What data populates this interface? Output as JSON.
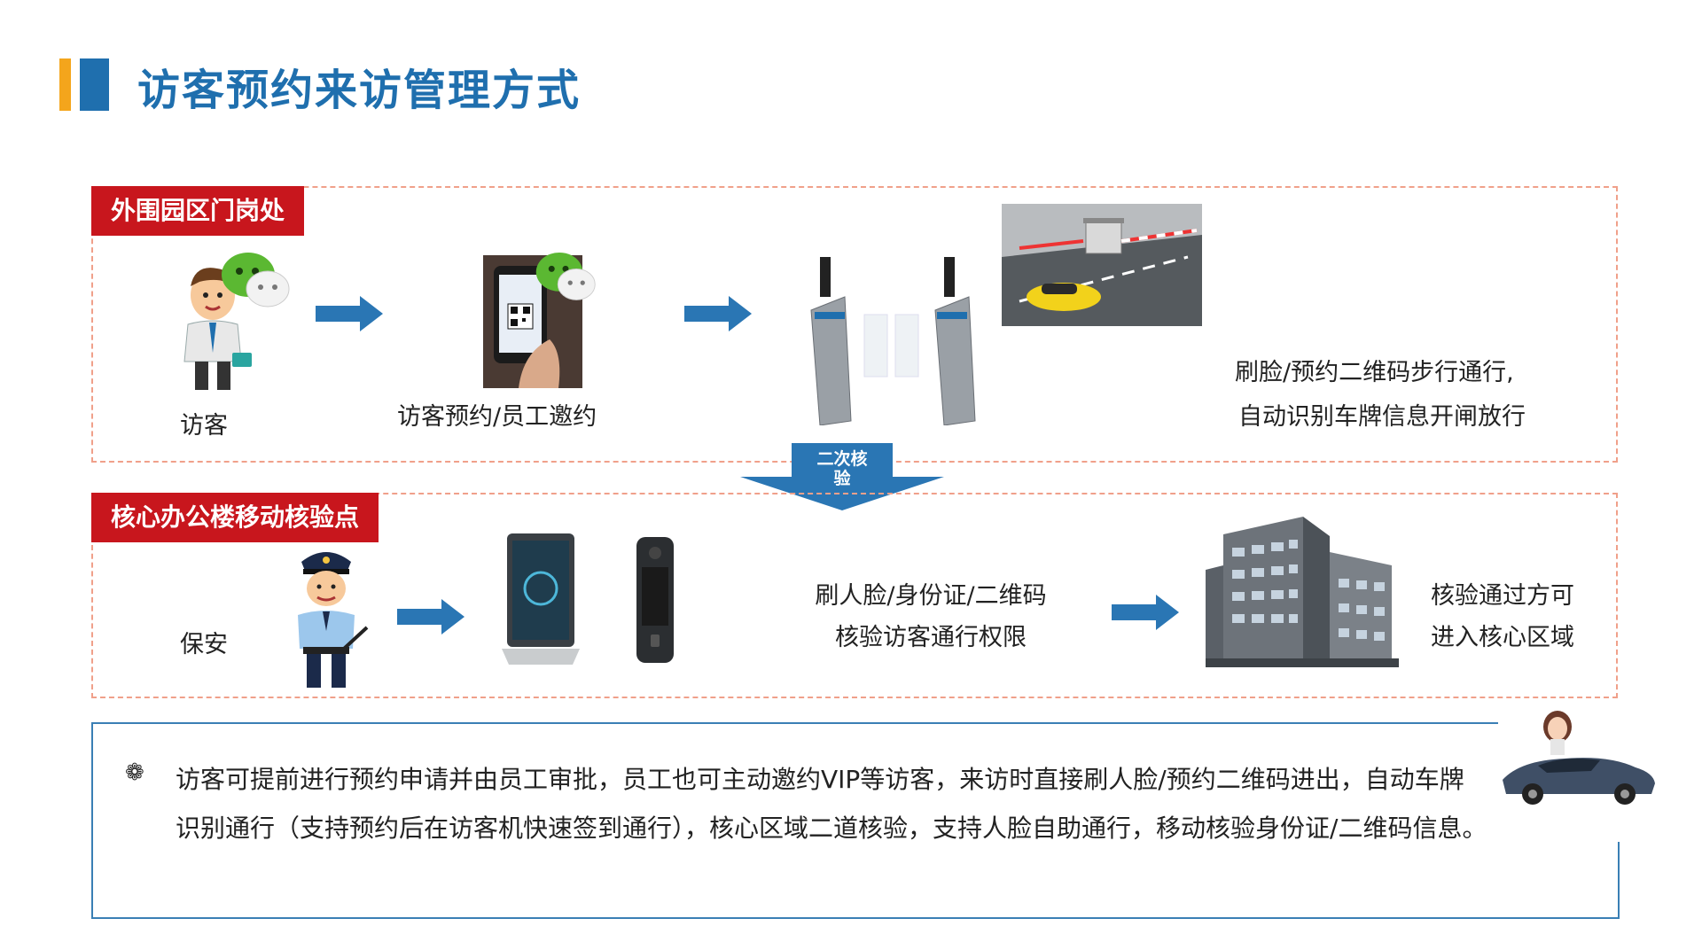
{
  "header": {
    "title": "访客预约来访管理方式"
  },
  "section_top": {
    "tag": "外围园区门岗处",
    "visitor_label": "访客",
    "booking_label": "访客预约/员工邀约",
    "desc_line1": "刷脸/预约二维码步行通行,",
    "desc_line2": "自动识别车牌信息开闸放行"
  },
  "middle_arrow": {
    "line1": "二次核",
    "line2": "验"
  },
  "section_bottom": {
    "tag": "核心办公楼移动核验点",
    "guard_label": "保安",
    "check_line1": "刷人脸/身份证/二维码",
    "check_line2": "核验访客通行权限",
    "result_line1": "核验通过方可",
    "result_line2": "进入核心区域"
  },
  "description": {
    "bullet": "❁",
    "text": "访客可提前进行预约申请并由员工审批，员工也可主动邀约VIP等访客，来访时直接刷人脸/预约二维码进出，自动车牌识别通行（支持预约后在访客机快速签到通行），核心区域二道核验，支持人脸自助通行，移动核验身份证/二维码信息。"
  },
  "colors": {
    "title_blue": "#1f6fae",
    "accent_yellow": "#f4a51c",
    "tag_red": "#c8161d",
    "arrow_blue": "#2a76b4",
    "dashed_border": "#f0a08a"
  },
  "icons": [
    "visitor-icon",
    "wechat-icon",
    "phone-qr-icon",
    "turnstile-icon",
    "parking-barrier-icon",
    "security-guard-icon",
    "face-terminal-icon",
    "handheld-scanner-icon",
    "office-building-icon",
    "woman-car-icon",
    "arrow-right-icon"
  ]
}
